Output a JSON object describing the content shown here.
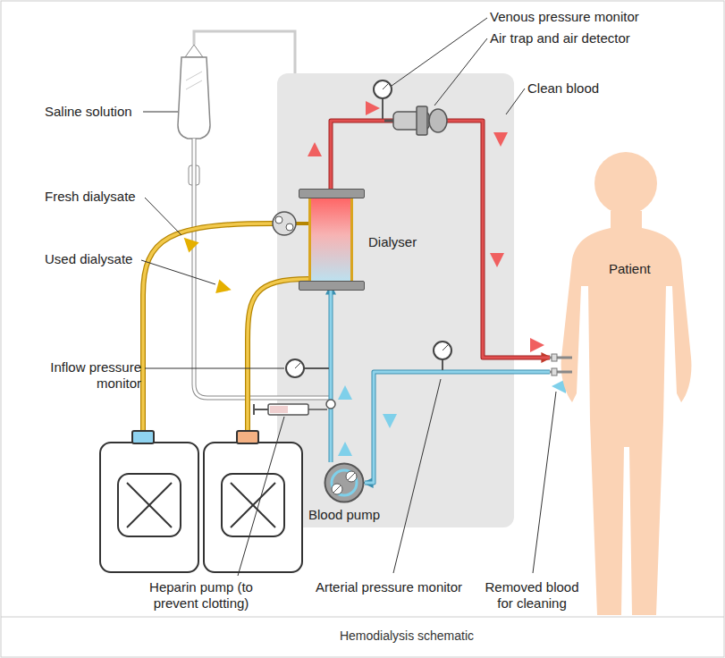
{
  "diagram": {
    "caption": "Hemodialysis schematic",
    "nodes": [
      {
        "text": [
          "Dialyser"
        ]
      },
      {
        "text": [
          "Patient"
        ]
      },
      {
        "text": [
          "Blood pump"
        ]
      }
    ],
    "edges": [
      {
        "from": 1,
        "to": 2,
        "arrow": "to"
      },
      {
        "from": 2,
        "to": 0,
        "arrow": "to"
      },
      {
        "from": 0,
        "to": 1,
        "arrow": "to"
      }
    ],
    "labels": [
      "Venous pressure monitor",
      "Air trap and air detector",
      "Clean blood",
      "Saline solution",
      "Fresh dialysate",
      "Used dialysate",
      "Inflow pressure monitor",
      "Heparin pump (to prevent clotting)",
      "Arterial pressure monitor",
      "Removed blood for cleaning"
    ]
  }
}
